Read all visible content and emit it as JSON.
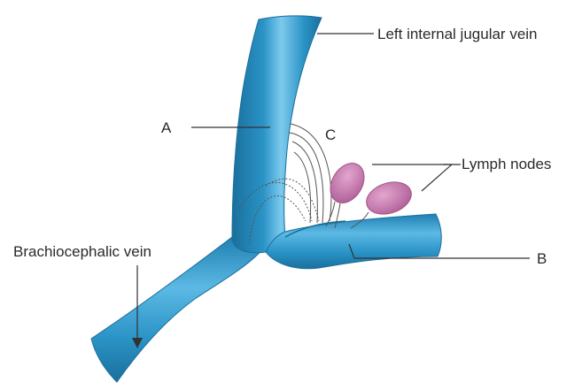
{
  "labels": {
    "left_internal_jugular_vein": "Left internal jugular vein",
    "a": "A",
    "c": "C",
    "lymph_nodes": "Lymph nodes",
    "brachiocephalic_vein": "Brachiocephalic vein",
    "b": "B"
  },
  "colors": {
    "vein": "#2a93c6",
    "vein_dark": "#1a6f9c",
    "vein_light": "#7ccaed",
    "lymph_node": "#c06ea7",
    "lymph_node_light": "#e2a6cf",
    "leader_line": "#333333",
    "lymph_vessel": "#555555"
  }
}
